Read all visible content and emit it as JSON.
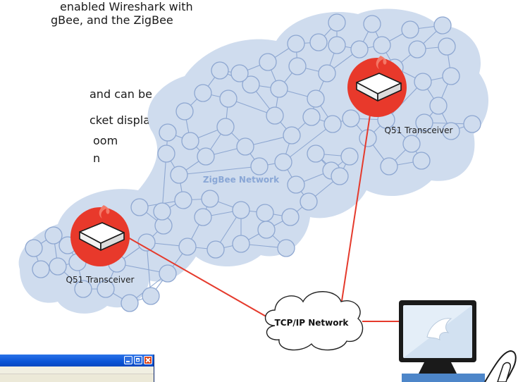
{
  "paragraph": {
    "lines": [
      "enabled Wireshark with",
      "gBee, and the ZigBee",
      "and can be",
      "cket display",
      "oom",
      "n"
    ]
  },
  "labels": {
    "zigbee_network": "ZigBee Network",
    "transceiver_top": "Q51 Transceiver",
    "transceiver_left": "Q51 Transceiver",
    "tcpip_network": "TCP/IP Network"
  },
  "colors": {
    "cloud_fill": "#cfdcee",
    "node_stroke": "#8ea7d1",
    "accent_red": "#e8392b",
    "link_red": "#e53a2c",
    "zigbee_label": "#8aa7d6"
  },
  "icons": {
    "transceiver": "transceiver-device-icon",
    "computer": "computer-workstation-icon",
    "cloud": "network-cloud-icon"
  }
}
